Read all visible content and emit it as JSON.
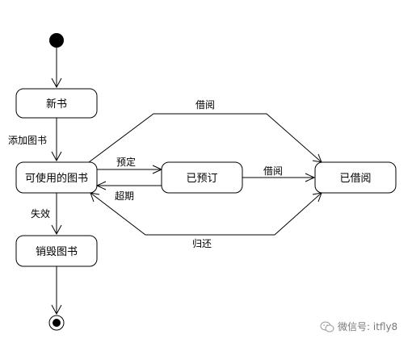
{
  "diagram": {
    "nodes": {
      "new_book": "新书",
      "available": "可使用的图书",
      "reserved": "已预订",
      "borrowed": "已借阅",
      "destroyed": "销毁图书"
    },
    "edges": {
      "add_book": "添加图书",
      "reserve": "预定",
      "overdue": "超期",
      "borrow_from_reserved": "借阅",
      "borrow_top": "借阅",
      "return": "归还",
      "lose": "失效"
    }
  },
  "watermark": {
    "text": "微信号: itfly8",
    "icon": "wechat-icon"
  },
  "colors": {
    "stroke": "#000000",
    "background": "#ffffff",
    "watermark": "#7a7a7a"
  }
}
